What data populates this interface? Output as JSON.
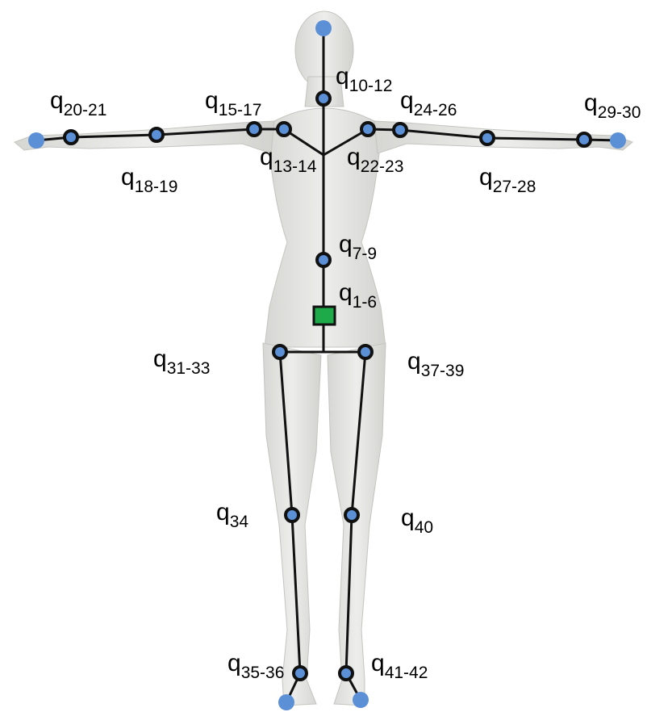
{
  "colors": {
    "body": "#e3e3e1",
    "body_shade": "#c9c9c6",
    "skeleton": "#111111",
    "joint_fill": "#5b8fd6",
    "endpoint_fill": "#5b8fd6",
    "root_fill": "#1faa4a"
  },
  "labels": {
    "q10_12": {
      "q": "q",
      "sub": "10-12"
    },
    "q20_21": {
      "q": "q",
      "sub": "20-21"
    },
    "q15_17": {
      "q": "q",
      "sub": "15-17"
    },
    "q24_26": {
      "q": "q",
      "sub": "24-26"
    },
    "q29_30": {
      "q": "q",
      "sub": "29-30"
    },
    "q13_14": {
      "q": "q",
      "sub": "13-14"
    },
    "q22_23": {
      "q": "q",
      "sub": "22-23"
    },
    "q18_19": {
      "q": "q",
      "sub": "18-19"
    },
    "q27_28": {
      "q": "q",
      "sub": "27-28"
    },
    "q7_9": {
      "q": "q",
      "sub": "7-9"
    },
    "q1_6": {
      "q": "q",
      "sub": "1-6"
    },
    "q31_33": {
      "q": "q",
      "sub": "31-33"
    },
    "q37_39": {
      "q": "q",
      "sub": "37-39"
    },
    "q34": {
      "q": "q",
      "sub": "34"
    },
    "q40": {
      "q": "q",
      "sub": "40"
    },
    "q35_36": {
      "q": "q",
      "sub": "35-36"
    },
    "q41_42": {
      "q": "q",
      "sub": "41-42"
    }
  }
}
